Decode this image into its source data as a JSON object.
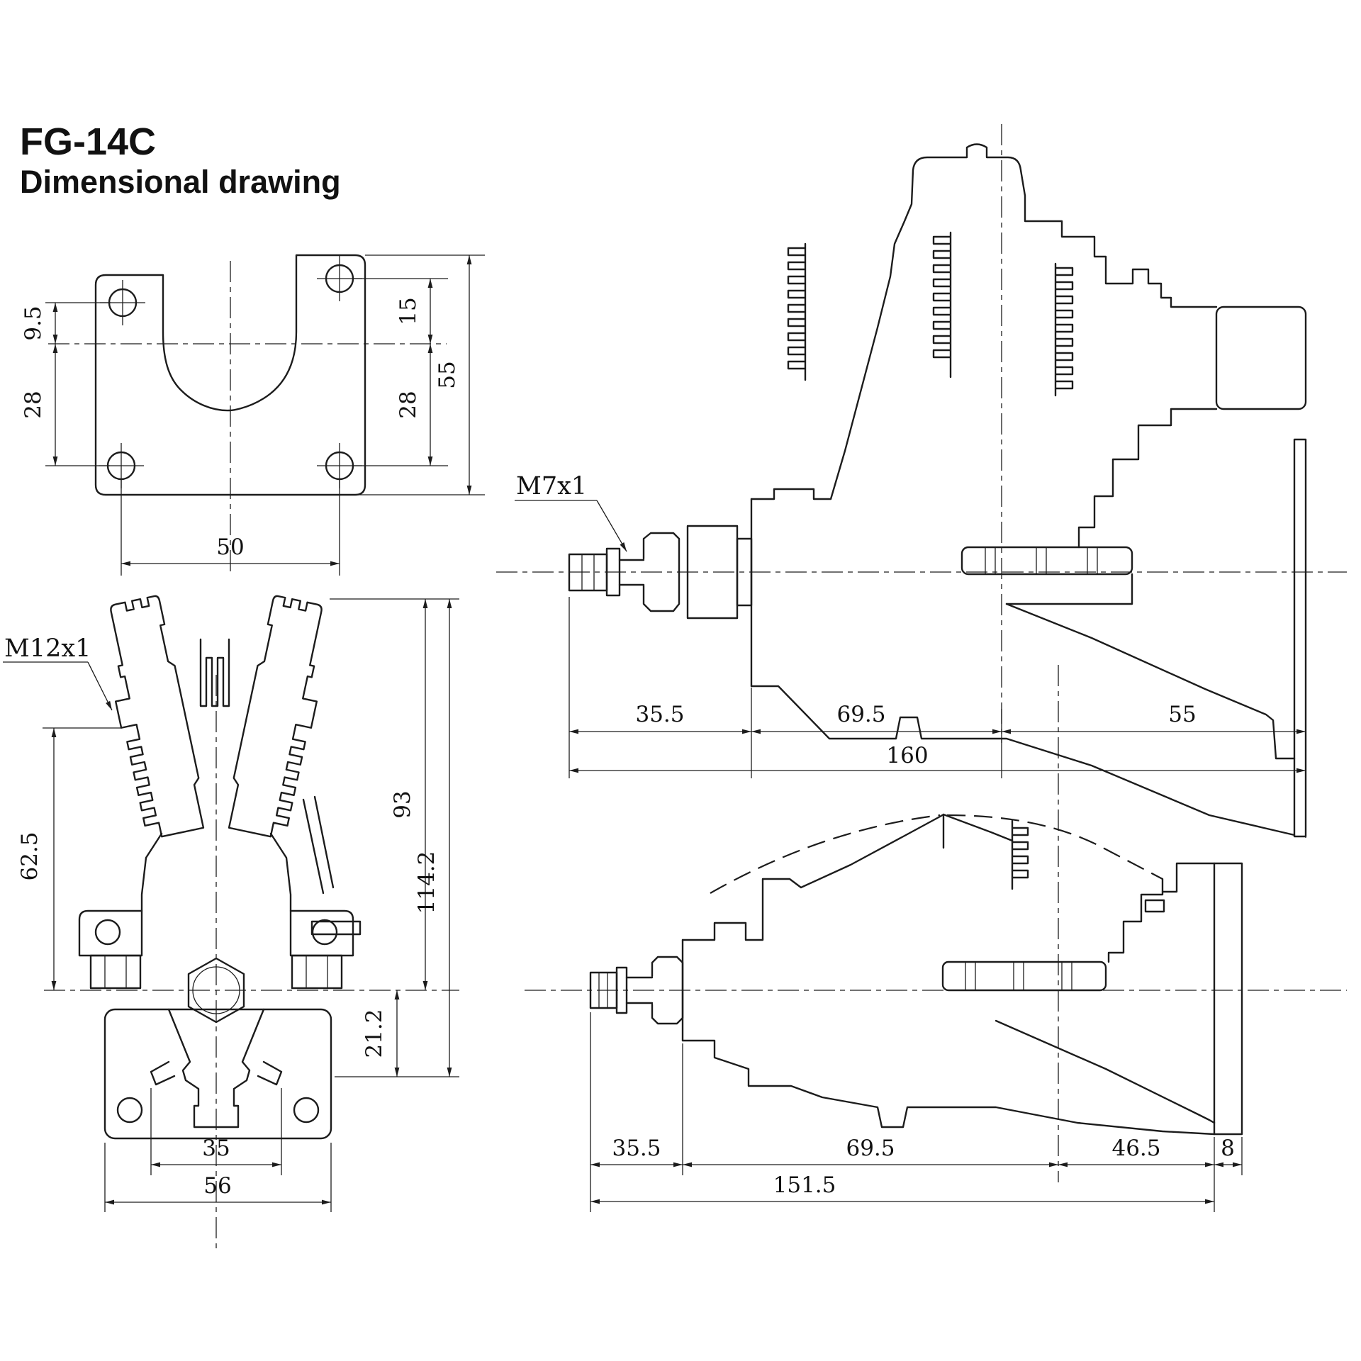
{
  "title": {
    "model": "FG-14C",
    "subtitle": "Dimensional drawing"
  },
  "colors": {
    "line": "#1c1c1c",
    "background": "#ffffff"
  },
  "labels": {
    "front_thread": "M12x1",
    "shaft_thread": "M7x1"
  },
  "plate_view": {
    "d_95": "9.5",
    "d_28_left": "28",
    "d_15": "15",
    "d_28_right": "28",
    "d_55": "55",
    "d_50": "50"
  },
  "front_view": {
    "d_625": "62.5",
    "d_93": "93",
    "d_1142": "114.2",
    "d_212": "21.2",
    "d_35": "35",
    "d_56": "56"
  },
  "side_view": {
    "d_355": "35.5",
    "d_695": "69.5",
    "d_55": "55",
    "d_160": "160"
  },
  "rear_view": {
    "d_355": "35.5",
    "d_695": "69.5",
    "d_465": "46.5",
    "d_8": "8",
    "d_1515": "151.5"
  }
}
